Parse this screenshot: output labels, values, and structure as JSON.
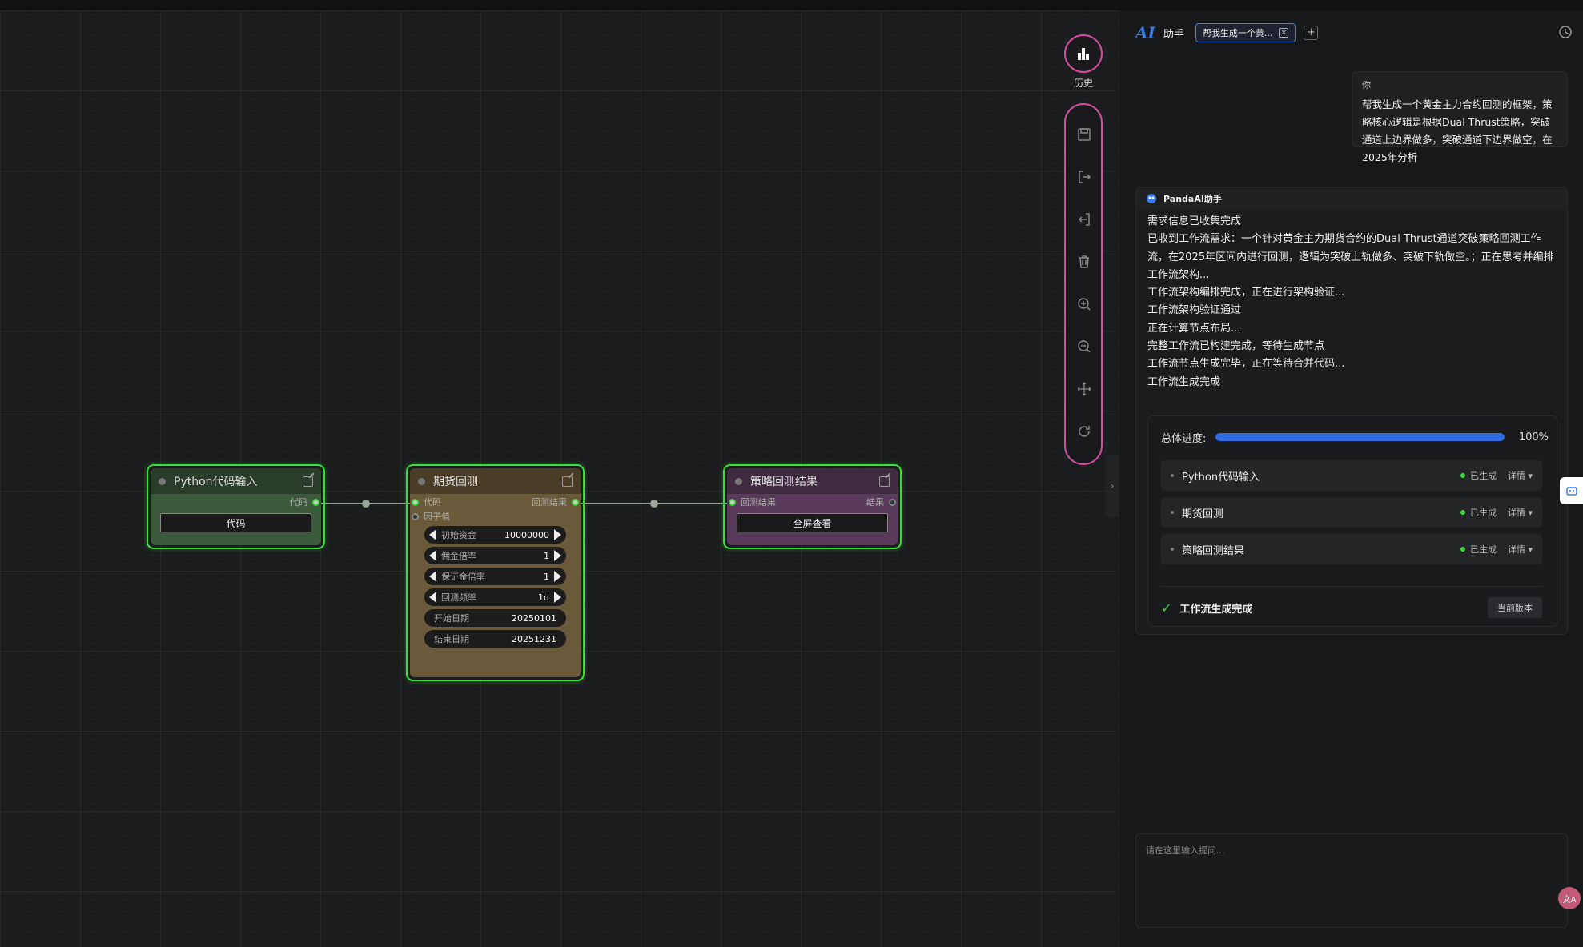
{
  "toolbar": {
    "history_label": "历史"
  },
  "nodes": {
    "python": {
      "title": "Python代码输入",
      "out_slot": "代码",
      "button": "代码"
    },
    "futures": {
      "title": "期货回测",
      "in_code": "代码",
      "in_factor": "因子值",
      "out_slot": "回测结果",
      "widgets": [
        {
          "label": "初始资金",
          "value": "10000000"
        },
        {
          "label": "佣金倍率",
          "value": "1"
        },
        {
          "label": "保证金倍率",
          "value": "1"
        },
        {
          "label": "回测频率",
          "value": "1d"
        },
        {
          "label": "开始日期",
          "value": "20250101"
        },
        {
          "label": "结束日期",
          "value": "20251231"
        }
      ]
    },
    "result": {
      "title": "策略回测结果",
      "in_slot": "回测结果",
      "out_slot": "结果",
      "button": "全屏查看"
    }
  },
  "panel": {
    "logo": "AI",
    "assistant_label": "助手",
    "tab_title": "帮我生成一个黄...",
    "tab_close": "×",
    "add_tab": "+",
    "user": {
      "who": "你",
      "message": "帮我生成一个黄金主力合约回测的框架，策略核心逻辑是根据Dual Thrust策略，突破通道上边界做多，突破通道下边界做空，在2025年分析"
    },
    "bot": {
      "name": "PandaAI助手",
      "lines": [
        "需求信息已收集完成",
        "已收到工作流需求：一个针对黄金主力期货合约的Dual Thrust通道突破策略回测工作流，在2025年区间内进行回测，逻辑为突破上轨做多、突破下轨做空。；正在思考并编排工作流架构...",
        "工作流架构编排完成，正在进行架构验证...",
        "工作流架构验证通过",
        "正在计算节点布局...",
        "完整工作流已构建完成，等待生成节点",
        "工作流节点生成完毕，正在等待合并代码...",
        "工作流生成完成"
      ],
      "progress_label": "总体进度:",
      "progress_value": 1.0,
      "progress_text": "100%",
      "steps": [
        {
          "name": "Python代码输入",
          "status": "已生成",
          "detail": "详情 ▾"
        },
        {
          "name": "期货回测",
          "status": "已生成",
          "detail": "详情 ▾"
        },
        {
          "name": "策略回测结果",
          "status": "已生成",
          "detail": "详情 ▾"
        }
      ],
      "done_check": "✓",
      "done_text": "工作流生成完成",
      "version_button": "当前版本"
    },
    "input_placeholder": "请在这里输入提问...",
    "translate_badge": "文A"
  },
  "colors": {
    "accent_blue": "#2f6be0",
    "node_border": "#3bdc3b",
    "toolbar_border": "#d04fa0",
    "python_node": "#3b5a3b",
    "futures_node": "#6b5a3a",
    "result_node": "#5a3a5a"
  }
}
